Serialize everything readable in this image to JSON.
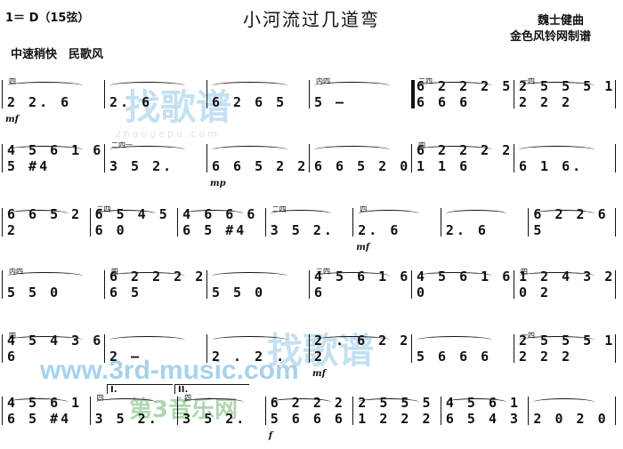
{
  "title": "小河流过几道弯",
  "key": "1＝ D（15弦）",
  "composer": "魏士健曲",
  "arranger": "金色风铃网制谱",
  "tempo": "中速稍快　民歌风",
  "watermarks": {
    "zhaogepu_cn": "找歌谱",
    "zhaogepu_url": "zhaogepu.com",
    "third_music_url": "www.3rd-music.com",
    "third_music_cn": "第3音乐网"
  },
  "lines": [
    {
      "measures": [
        {
          "notes": "2 2.  6",
          "fing": "四",
          "dyn": "mf"
        },
        {
          "notes": "2.  6",
          "fing": ""
        },
        {
          "notes": "6 2 6 5",
          "fing": ""
        },
        {
          "notes": "5  –",
          "fing": "内四"
        },
        {
          "notes": "6 2 2 2  5 6 6 6",
          "fing": "二四"
        },
        {
          "notes": "2 5 5 5  1 2 2 2",
          "fing": "一四"
        }
      ]
    },
    {
      "measures": [
        {
          "notes": "4 5 6 1  6 5 #4",
          "fing": ""
        },
        {
          "notes": "3 5 2.",
          "fing": "二四一"
        },
        {
          "notes": "6 6 5  2 2",
          "fing": "",
          "dyn": "mp"
        },
        {
          "notes": "6 6 5  2 0",
          "fing": ""
        },
        {
          "notes": "6 2 2 2  2 1 1 6",
          "fing": "四"
        },
        {
          "notes": "6 1 6.",
          "fing": ""
        }
      ]
    },
    {
      "measures": [
        {
          "notes": "6 6 5  2 2",
          "fing": ""
        },
        {
          "notes": "6 5 4 5  6 0",
          "fing": "三四"
        },
        {
          "notes": "4 6 6 6  6 5 #4",
          "fing": ""
        },
        {
          "notes": "3 5 2.",
          "fing": "二四"
        },
        {
          "notes": "2.  6",
          "fing": "四",
          "dyn": "mf"
        },
        {
          "notes": "2.  6",
          "fing": ""
        },
        {
          "notes": "6 2 2 6 5",
          "fing": ""
        }
      ]
    },
    {
      "measures": [
        {
          "notes": "5  5 0",
          "fing": "内四"
        },
        {
          "notes": "6 2 2 2  2 6 5",
          "fing": "四"
        },
        {
          "notes": "5  5 0",
          "fing": ""
        },
        {
          "notes": "4 5 6 1  6 6",
          "fing": "三四"
        },
        {
          "notes": "4 5 6 1  6 0",
          "fing": ""
        },
        {
          "notes": "1 2 4 3  2 0 2",
          "fing": "四"
        }
      ]
    },
    {
      "measures": [
        {
          "notes": "4 5 4 3  6 6",
          "fing": "四"
        },
        {
          "notes": "2 –",
          "fing": ""
        },
        {
          "notes": "2 .  2 .",
          "fing": ""
        },
        {
          "notes": "2 .  6 2 2 2",
          "fing": "",
          "dyn": "mf"
        },
        {
          "notes": "5 6 6 6",
          "fing": ""
        },
        {
          "notes": "2 5 5 5  1 2 2 2",
          "fing": "一四"
        }
      ]
    },
    {
      "measures": [
        {
          "notes": "4 5 6 1  6 5 #4",
          "fing": ""
        },
        {
          "notes": "3 5 2.",
          "fing": "四"
        },
        {
          "notes": "3 5 2.",
          "fing": "四"
        },
        {
          "notes": "6 2 2 2  5 6 6 6",
          "fing": "",
          "dyn": "f"
        },
        {
          "notes": "2 5 5 5  1 2 2 2",
          "fing": ""
        },
        {
          "notes": "4 5 6 1  6 5 4 3",
          "fing": ""
        },
        {
          "notes": "2 0 2 0",
          "fing": ""
        }
      ]
    }
  ],
  "volta": [
    "I.",
    "II."
  ]
}
